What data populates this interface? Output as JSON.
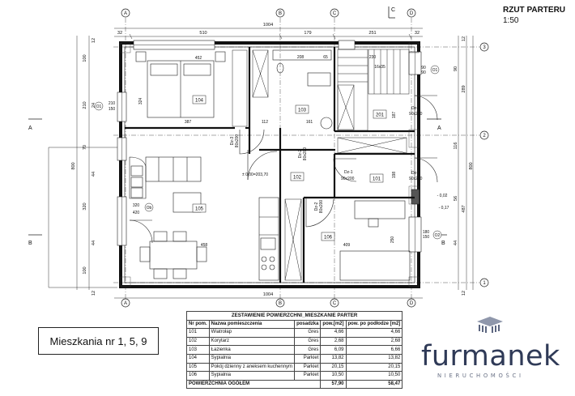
{
  "sheet": {
    "title": "RZUT PARTERU",
    "scale": "1:50"
  },
  "apartments_label": "Mieszkania nr 1, 5, 9",
  "axes": {
    "columns": [
      "A",
      "B",
      "C",
      "C",
      "D"
    ],
    "rows": [
      "3",
      "2",
      "1"
    ],
    "section": [
      "A",
      "A",
      "B",
      "B"
    ]
  },
  "dims": {
    "top_total": "1004",
    "top_segments": [
      "32",
      "510",
      "179",
      "251",
      "32"
    ],
    "bottom_total": "1004",
    "left_total": "800",
    "right_total": "800",
    "left_segments": [
      "100",
      "210",
      "70",
      "320",
      "100"
    ],
    "right_segments": [
      "289",
      "116",
      "487"
    ],
    "right_small": [
      "12",
      "90",
      "56",
      "44",
      "12"
    ],
    "left_small": [
      "12",
      "24",
      "44",
      "44",
      "12"
    ]
  },
  "rooms": [
    {
      "no": "104"
    },
    {
      "no": "103"
    },
    {
      "no": "201"
    },
    {
      "no": "102"
    },
    {
      "no": "101"
    },
    {
      "no": "105"
    },
    {
      "no": "106"
    }
  ],
  "plan_labels": {
    "bed_width": "452",
    "bed_depth": "324",
    "bed_length": "387",
    "hall_w": "161",
    "hall_w2": "112",
    "bath_w": "208",
    "bath_h": "65",
    "kitchen_w": "458",
    "room106_w": "409",
    "room106_h": "250",
    "room101_h": "198",
    "room201_h": "187",
    "d201_w": "16x35",
    "d201_a": "230",
    "level": "± 0,00=203,70",
    "door_90_200": "90x200",
    "door_80_200": "80x200",
    "door_dz1": "Dz-1",
    "door_dz2": "Dz-2",
    "door_dz3": "Dz-3",
    "w_o1": "O1",
    "w_o2": "O2",
    "w_ob": "Ob",
    "o1_dim": "210\n150",
    "win_90": "90\n90",
    "win_180": "180\n150",
    "r_002": "- 0,02",
    "r_017": "- 0,17",
    "mark_320": "320",
    "mark_420": "420",
    "room_c": "C"
  },
  "table": {
    "title": "ZESTAWIENIE POWIERZCHNI_MIESZKANIE PARTER",
    "headers": [
      "Nr pom.",
      "Nazwa pomieszczenia",
      "posadzka",
      "pow.[m2]",
      "pow. po podłodze [m2]"
    ],
    "rows": [
      [
        "101",
        "Wiatrołap",
        "Gres",
        "4,66",
        "4,66"
      ],
      [
        "102",
        "Korytarz",
        "Gres",
        "2,68",
        "2,68"
      ],
      [
        "103",
        "Łazienka",
        "Gres",
        "6,09",
        "6,66"
      ],
      [
        "104",
        "Sypialnia",
        "Parkiet",
        "13,82",
        "13,82"
      ],
      [
        "105",
        "Pokój dzienny z aneksem kuchennym",
        "Parkiet",
        "20,15",
        "20,15"
      ],
      [
        "106",
        "Sypialnia",
        "Parkiet",
        "10,50",
        "10,50"
      ]
    ],
    "total_label": "POWIERZCHNIA OGÓŁEM",
    "total_area": "57,90",
    "total_floor": "58,47"
  },
  "logo": {
    "name": "furmanek",
    "sub": "NIERUCHOMOŚCI",
    "icon": "building-grid-icon",
    "color": "#2f3a57"
  }
}
